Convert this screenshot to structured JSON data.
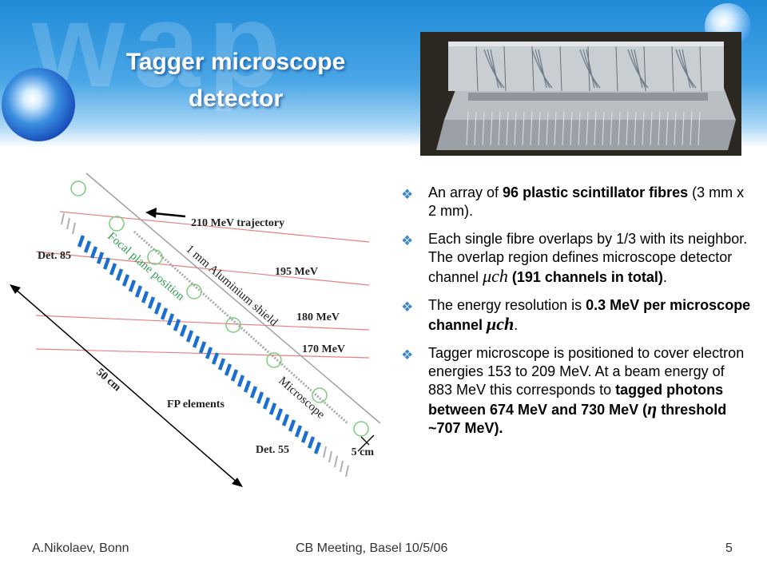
{
  "slide": {
    "title_line1": "Tagger microscope",
    "title_line2": "detector",
    "page_number": "5"
  },
  "footer": {
    "left": "A.Nikolaev, Bonn",
    "center": "CB Meeting, Basel 10/5/06",
    "right": "5"
  },
  "diagram": {
    "labels": {
      "trajectory": "210 MeV trajectory",
      "det85": "Det. 85",
      "focal_plane": "Focal plane position",
      "shield": "1 mm Aluminium shield",
      "e195": "195 MeV",
      "e180": "180 MeV",
      "e170": "170 MeV",
      "microscope": "Microscope",
      "length": "50 cm",
      "fp_elements": "FP elements",
      "det55": "Det. 55",
      "width": "5 cm"
    }
  },
  "bullets": [
    {
      "parts": [
        "An array of ",
        "96 plastic scintillator fibres",
        " (3 mm x 2 mm)."
      ]
    },
    {
      "parts": [
        "Each single fibre overlaps by 1/3 with its neighbor. The overlap region defines microscope detector channel ",
        "μch",
        " (191 channels in total)",
        "."
      ]
    },
    {
      "parts": [
        "The energy resolution is ",
        "0.3 MeV per microscope channel ",
        "μch",
        "."
      ]
    },
    {
      "parts": [
        "Tagger microscope is positioned to cover electron energies 153 to 209 MeV. At a beam energy of 883 MeV this corresponds to ",
        "tagged photons between 674 MeV and 730 MeV (",
        "η",
        " threshold ~707 MeV)."
      ]
    }
  ],
  "colors": {
    "banner_top": "#1f8bd8",
    "bullet_marker": "#3f86c8",
    "fibre_blue": "#1b6fd0",
    "trajectory_red": "#e06060",
    "circle_green": "#6fc36f",
    "focal_green": "#2e9e4e"
  },
  "icons": {
    "bullet": "diamond-bullet-icon"
  }
}
